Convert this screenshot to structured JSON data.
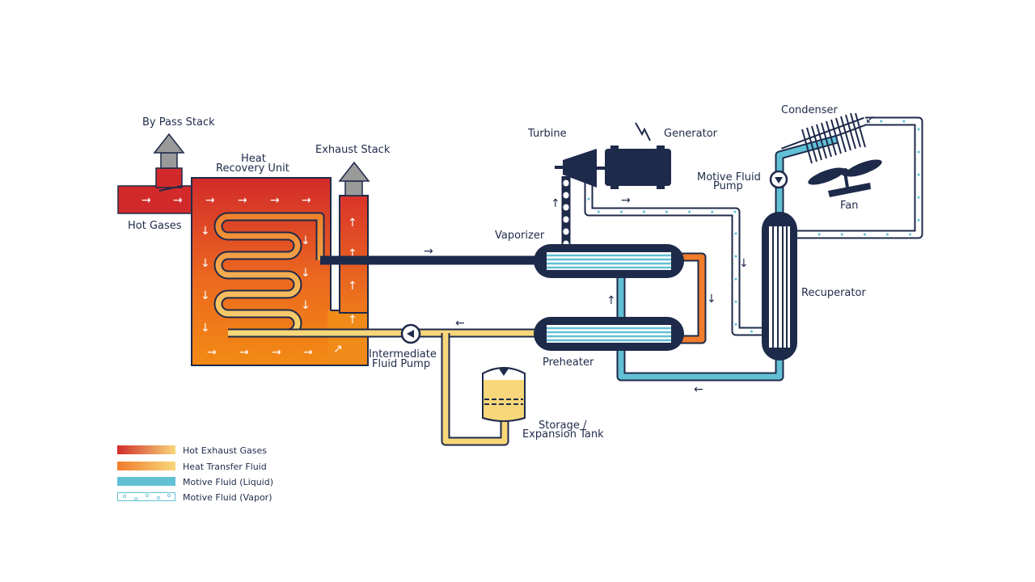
{
  "labels": {
    "bypass_stack": "By Pass Stack",
    "heat_recovery_1": "Heat",
    "heat_recovery_2": "Recovery Unit",
    "exhaust_stack": "Exhaust Stack",
    "hot_gases": "Hot Gases",
    "turbine": "Turbine",
    "generator": "Generator",
    "condenser": "Condenser",
    "motive_pump_1": "Motive Fluid",
    "motive_pump_2": "Pump",
    "fan": "Fan",
    "vaporizer": "Vaporizer",
    "recuperator": "Recuperator",
    "preheater": "Preheater",
    "intermediate_pump_1": "Intermediate",
    "intermediate_pump_2": "Fluid Pump",
    "storage_1": "Storage /",
    "storage_2": "Expansion Tank"
  },
  "legend": [
    {
      "label": "Hot Exhaust Gases",
      "icon": "hot-gas-swatch"
    },
    {
      "label": "Heat Transfer Fluid",
      "icon": "heat-fluid-swatch"
    },
    {
      "label": "Motive Fluid (Liquid)",
      "icon": "liquid-swatch"
    },
    {
      "label": "Motive Fluid (Vapor)",
      "icon": "vapor-swatch"
    }
  ],
  "colors": {
    "navy": "#1e2a4a",
    "hot_red": "#d12d2a",
    "hot_orange": "#f08a1c",
    "fluid_orange": "#f07c2c",
    "fluid_yellow": "#f6d66e",
    "liquid": "#62c0d4",
    "grey": "#9a9a9a"
  }
}
